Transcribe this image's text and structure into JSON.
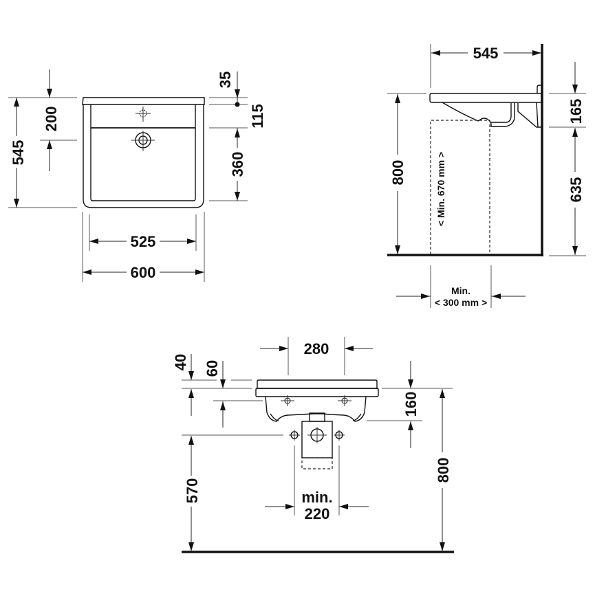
{
  "drawing": {
    "title": "Washbasin technical dimension drawing",
    "units": "mm",
    "colors": {
      "line": "#111111",
      "background": "#ffffff",
      "text": "#111111"
    }
  },
  "top_view": {
    "dimensions": {
      "total_depth": "545",
      "tap_hole_to_overflow": "200",
      "rim_to_tap_hole": "35",
      "tap_hole_to_bowl": "115",
      "bowl_depth": "360",
      "bowl_width": "525",
      "total_width": "600"
    }
  },
  "side_view": {
    "dimensions": {
      "projection": "545",
      "rim_height": "800",
      "basin_height": "165",
      "floor_to_basin_bottom": "635"
    },
    "notes": {
      "knee_clearance_height": "< Min. 670 mm >",
      "knee_clearance_width_label": "Min.",
      "knee_clearance_width": "< 300 mm >"
    }
  },
  "front_view": {
    "dimensions": {
      "fixing_bolt_spacing": "280",
      "rim_thickness": "40",
      "rim_to_fixing": "60",
      "basin_height": "160",
      "waste_height": "570",
      "rim_height": "800",
      "supply_spacing_label": "min.",
      "supply_spacing": "220"
    }
  }
}
